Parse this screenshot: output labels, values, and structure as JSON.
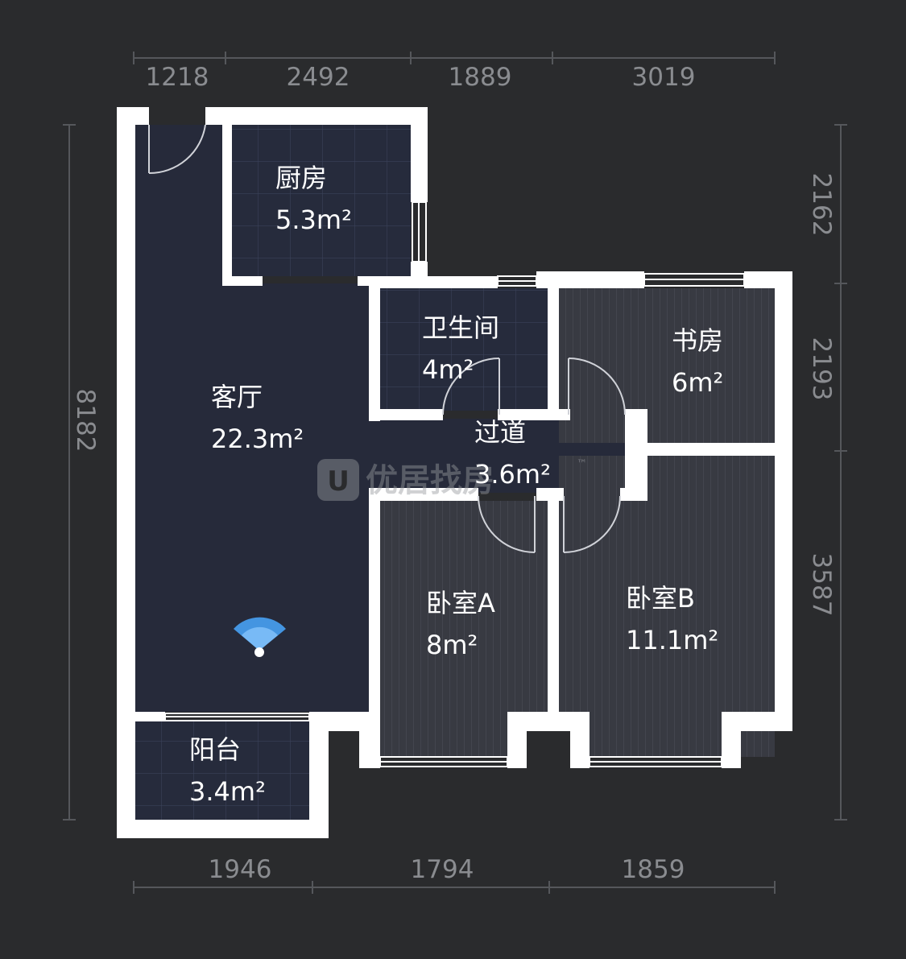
{
  "colors": {
    "background": "#2a2b2d",
    "wall": "#ffffff",
    "floor_dark": "#262a3a",
    "floor_tile": "#2a3043",
    "floor_wood": "#3a3c44",
    "dimension": "#8a8c90",
    "camera": "#4aa8ff"
  },
  "dimensions": {
    "top": [
      "1218",
      "2492",
      "1889",
      "3019"
    ],
    "bottom": [
      "1946",
      "1794",
      "1859"
    ],
    "left": "8182",
    "right": [
      "2162",
      "2193",
      "3587"
    ]
  },
  "rooms": {
    "kitchen": {
      "name": "厨房",
      "area": "5.3m²"
    },
    "bathroom": {
      "name": "卫生间",
      "area": "4m²"
    },
    "study": {
      "name": "书房",
      "area": "6m²"
    },
    "living": {
      "name": "客厅",
      "area": "22.3m²"
    },
    "corridor": {
      "name": "过道",
      "area": "3.6m²"
    },
    "bedroom_a": {
      "name": "卧室A",
      "area": "8m²"
    },
    "bedroom_b": {
      "name": "卧室B",
      "area": "11.1m²"
    },
    "balcony": {
      "name": "阳台",
      "area": "3.4m²"
    }
  },
  "watermark": {
    "badge": "U",
    "text": "优居找房",
    "tm": "™"
  },
  "icons": {
    "camera": "camera-view-icon",
    "door": "door-swing-icon"
  }
}
